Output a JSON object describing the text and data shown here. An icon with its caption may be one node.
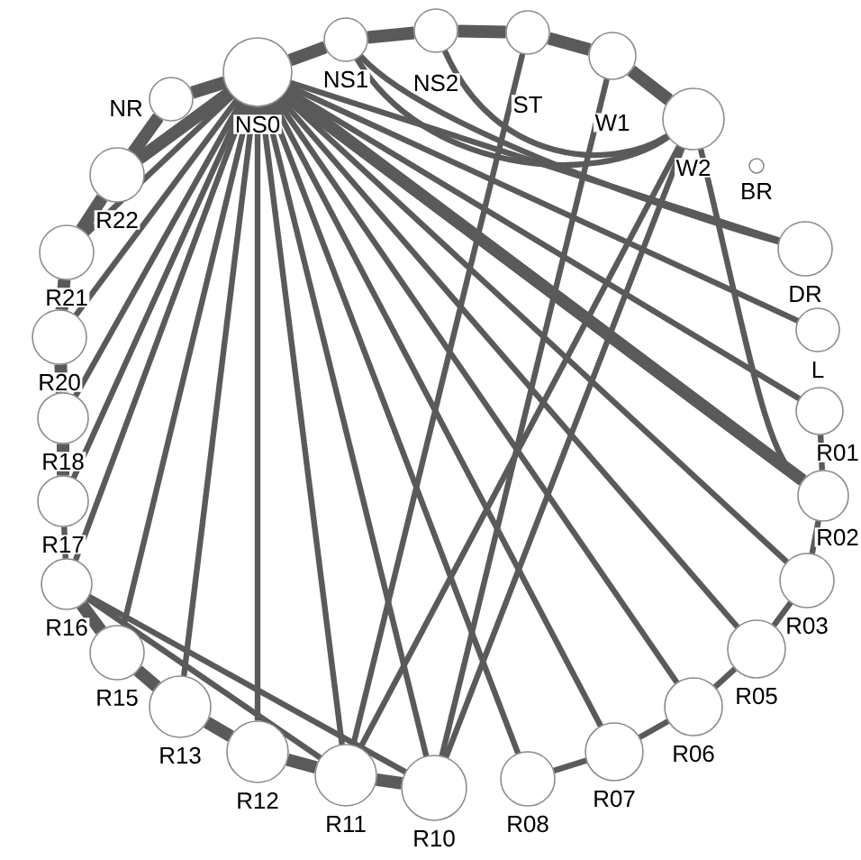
{
  "diagram": {
    "nodes": [
      {
        "text": [
          "NR"
        ]
      },
      {
        "text": [
          "NS0"
        ]
      },
      {
        "text": [
          "NS1"
        ]
      },
      {
        "text": [
          "NS2"
        ]
      },
      {
        "text": [
          "ST"
        ]
      },
      {
        "text": [
          "W1"
        ]
      },
      {
        "text": [
          "W2"
        ]
      },
      {
        "text": [
          "BR"
        ]
      },
      {
        "text": [
          "DR"
        ]
      },
      {
        "text": [
          "L"
        ]
      },
      {
        "text": [
          "R01"
        ]
      },
      {
        "text": [
          "R02"
        ]
      },
      {
        "text": [
          "R03"
        ]
      },
      {
        "text": [
          "R05"
        ]
      },
      {
        "text": [
          "R06"
        ]
      },
      {
        "text": [
          "R07"
        ]
      },
      {
        "text": [
          "R08"
        ]
      },
      {
        "text": [
          "R10"
        ]
      },
      {
        "text": [
          "R11"
        ]
      },
      {
        "text": [
          "R12"
        ]
      },
      {
        "text": [
          "R13"
        ]
      },
      {
        "text": [
          "R15"
        ]
      },
      {
        "text": [
          "R16"
        ]
      },
      {
        "text": [
          "R17"
        ]
      },
      {
        "text": [
          "R18"
        ]
      },
      {
        "text": [
          "R20"
        ]
      },
      {
        "text": [
          "R21"
        ]
      },
      {
        "text": [
          "R22"
        ]
      }
    ],
    "edges": [
      {
        "from": 1,
        "to": 2,
        "arrow": "none",
        "style": "thick"
      },
      {
        "from": 2,
        "to": 3,
        "arrow": "none",
        "style": "thick"
      },
      {
        "from": 3,
        "to": 4,
        "arrow": "none",
        "style": "thick"
      },
      {
        "from": 4,
        "to": 5,
        "arrow": "none",
        "style": "thick"
      },
      {
        "from": 5,
        "to": 6,
        "arrow": "none",
        "style": "thick"
      },
      {
        "from": 2,
        "to": 6,
        "arrow": "none"
      },
      {
        "from": 3,
        "to": 6,
        "arrow": "none"
      },
      {
        "from": 1,
        "to": 0,
        "arrow": "none",
        "style": "thick"
      },
      {
        "from": 0,
        "to": 27,
        "arrow": "none",
        "style": "thick"
      },
      {
        "from": 27,
        "to": 26,
        "arrow": "none",
        "style": "thick"
      },
      {
        "from": 26,
        "to": 25,
        "arrow": "none",
        "style": "thick"
      },
      {
        "from": 25,
        "to": 24,
        "arrow": "none",
        "style": "thick"
      },
      {
        "from": 24,
        "to": 23,
        "arrow": "none",
        "style": "thick"
      },
      {
        "from": 23,
        "to": 22,
        "arrow": "none"
      },
      {
        "from": 22,
        "to": 21,
        "arrow": "none",
        "style": "thick"
      },
      {
        "from": 21,
        "to": 20,
        "arrow": "none",
        "style": "thick"
      },
      {
        "from": 20,
        "to": 19,
        "arrow": "none",
        "style": "thick"
      },
      {
        "from": 19,
        "to": 18,
        "arrow": "none",
        "style": "thick"
      },
      {
        "from": 18,
        "to": 17,
        "arrow": "none",
        "style": "thick"
      },
      {
        "from": 16,
        "to": 15,
        "arrow": "none"
      },
      {
        "from": 15,
        "to": 14,
        "arrow": "none"
      },
      {
        "from": 14,
        "to": 13,
        "arrow": "none"
      },
      {
        "from": 13,
        "to": 12,
        "arrow": "none"
      },
      {
        "from": 12,
        "to": 11,
        "arrow": "none"
      },
      {
        "from": 11,
        "to": 10,
        "arrow": "none"
      },
      {
        "from": 1,
        "to": 27,
        "arrow": "none",
        "style": "thick"
      },
      {
        "from": 1,
        "to": 26,
        "arrow": "none"
      },
      {
        "from": 1,
        "to": 25,
        "arrow": "none"
      },
      {
        "from": 1,
        "to": 24,
        "arrow": "none"
      },
      {
        "from": 1,
        "to": 23,
        "arrow": "none"
      },
      {
        "from": 1,
        "to": 22,
        "arrow": "none"
      },
      {
        "from": 1,
        "to": 21,
        "arrow": "none"
      },
      {
        "from": 1,
        "to": 20,
        "arrow": "none"
      },
      {
        "from": 1,
        "to": 19,
        "arrow": "none"
      },
      {
        "from": 1,
        "to": 18,
        "arrow": "none"
      },
      {
        "from": 1,
        "to": 17,
        "arrow": "none"
      },
      {
        "from": 1,
        "to": 16,
        "arrow": "none"
      },
      {
        "from": 1,
        "to": 15,
        "arrow": "none"
      },
      {
        "from": 1,
        "to": 14,
        "arrow": "none"
      },
      {
        "from": 1,
        "to": 13,
        "arrow": "none"
      },
      {
        "from": 1,
        "to": 12,
        "arrow": "none"
      },
      {
        "from": 1,
        "to": 11,
        "arrow": "none",
        "style": "thick"
      },
      {
        "from": 1,
        "to": 10,
        "arrow": "none"
      },
      {
        "from": 1,
        "to": 9,
        "arrow": "none"
      },
      {
        "from": 1,
        "to": 8,
        "arrow": "none"
      },
      {
        "from": 2,
        "to": 8,
        "arrow": "none"
      },
      {
        "from": 4,
        "to": 18,
        "arrow": "none"
      },
      {
        "from": 5,
        "to": 17,
        "arrow": "none"
      },
      {
        "from": 6,
        "to": 17,
        "arrow": "none"
      },
      {
        "from": 6,
        "to": 18,
        "arrow": "none"
      },
      {
        "from": 6,
        "to": 11,
        "arrow": "none"
      },
      {
        "from": 22,
        "to": 18,
        "arrow": "none"
      },
      {
        "from": 22,
        "to": 17,
        "arrow": "none"
      }
    ]
  }
}
